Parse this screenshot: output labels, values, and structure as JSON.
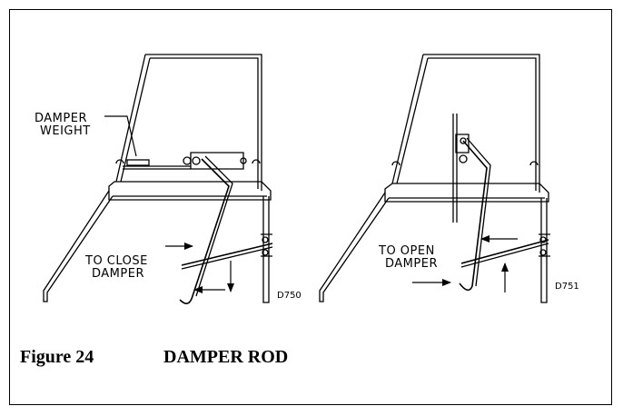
{
  "left_diagram": {
    "weight_label": [
      "DAMPER",
      "WEIGHT"
    ],
    "action_label": [
      "TO CLOSE",
      "DAMPER"
    ],
    "code": "D750"
  },
  "right_diagram": {
    "action_label": [
      "TO OPEN",
      "DAMPER"
    ],
    "code": "D751"
  },
  "caption": {
    "figure": "Figure 24",
    "title": "DAMPER ROD"
  }
}
